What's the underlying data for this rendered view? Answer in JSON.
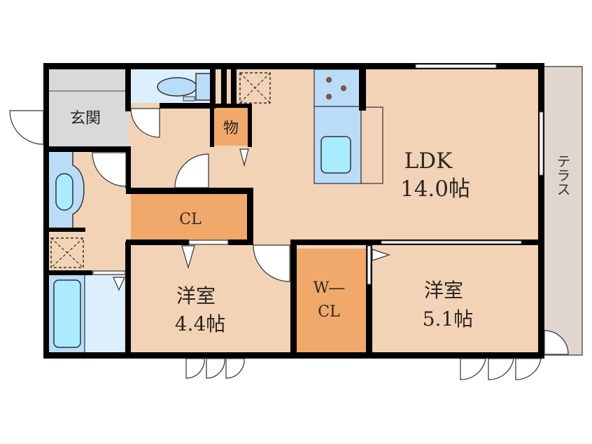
{
  "floor_plan": {
    "colors": {
      "room_floor": "#f2d3b6",
      "closet": "#f0a96a",
      "wet_area": "#b9dcf8",
      "wet_area_light": "#dcefff",
      "fixture": "#a8ecfd",
      "entrance": "#d9d9d9",
      "terrace": "#e0d6cf",
      "wall": "#000000"
    },
    "rooms": {
      "entrance": {
        "label": "玄関"
      },
      "storage": {
        "label": "物"
      },
      "ldk": {
        "label": "LDK",
        "size": "14.0帖"
      },
      "closet": {
        "label": "CL"
      },
      "bedroom1": {
        "label": "洋室",
        "size": "4.4帖"
      },
      "walk_in_closet": {
        "label_line1": "W―",
        "label_line2": "CL"
      },
      "bedroom2": {
        "label": "洋室",
        "size": "5.1帖"
      },
      "terrace": {
        "label": "テラス"
      }
    }
  }
}
